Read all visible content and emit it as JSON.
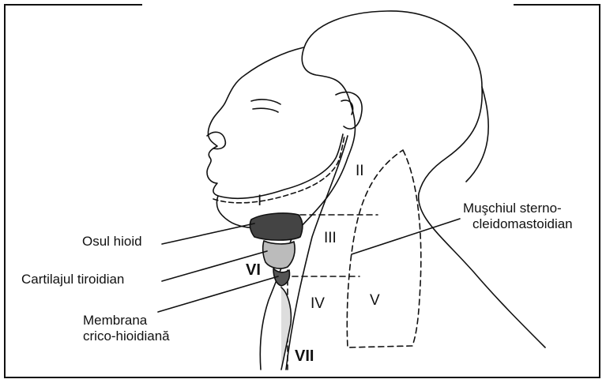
{
  "labels": {
    "hyoid": "Osul hioid",
    "thyroid": "Cartilajul tiroidian",
    "membrane_line1": "Membrana",
    "membrane_line2": "crico-hioidiană",
    "muscle_line1": "Muşchiul sterno-",
    "muscle_line2": "cleidomastoidian"
  },
  "levels": [
    "I",
    "II",
    "III",
    "IV",
    "V",
    "VI",
    "VII"
  ],
  "colors": {
    "line": "#111111",
    "background": "#ffffff"
  }
}
